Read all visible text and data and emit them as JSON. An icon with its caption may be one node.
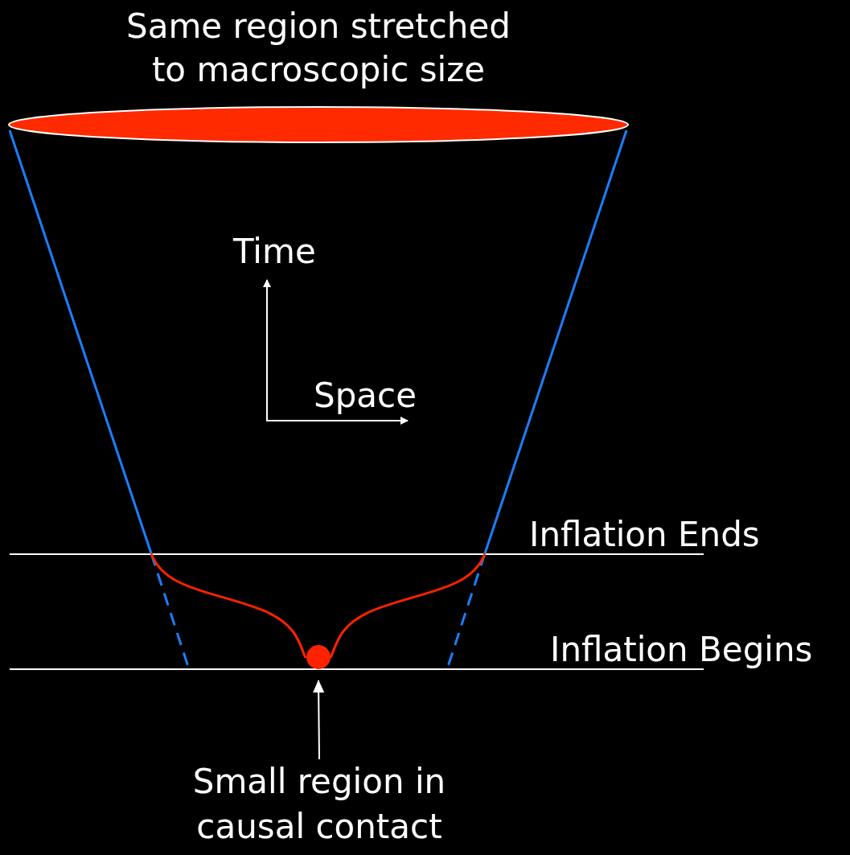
{
  "diagram": {
    "nodes": [
      {
        "text": [
          "Same region stretched to macroscopic size"
        ]
      },
      {
        "text": [],
        "shape": "circle"
      },
      {
        "text": [
          "Small region in causal contact"
        ]
      }
    ],
    "edges": [
      {
        "from": 2,
        "to": 1,
        "arrow": "to"
      }
    ],
    "labels": [
      "Time",
      "Space",
      "Inflation Ends",
      "Inflation Begins"
    ]
  }
}
